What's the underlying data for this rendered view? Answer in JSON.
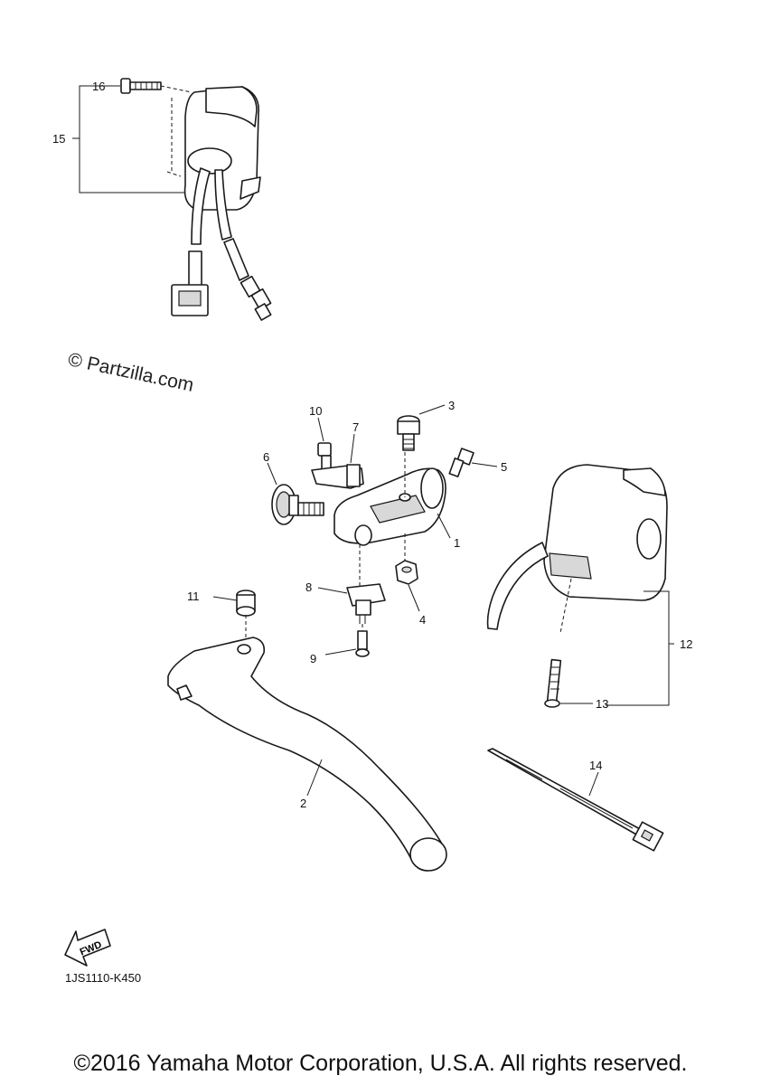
{
  "watermark": "© Partzilla.com",
  "diagram_code": "1JS1110-K450",
  "fwd_label": "FWD",
  "copyright": "©2016 Yamaha Motor Corporation, U.S.A. All rights reserved.",
  "callouts": {
    "c1": "1",
    "c2": "2",
    "c3": "3",
    "c4": "4",
    "c5": "5",
    "c6": "6",
    "c7": "7",
    "c8": "8",
    "c9": "9",
    "c10": "10",
    "c11": "11",
    "c12": "12",
    "c13": "13",
    "c14": "14",
    "c15": "15",
    "c16": "16"
  }
}
